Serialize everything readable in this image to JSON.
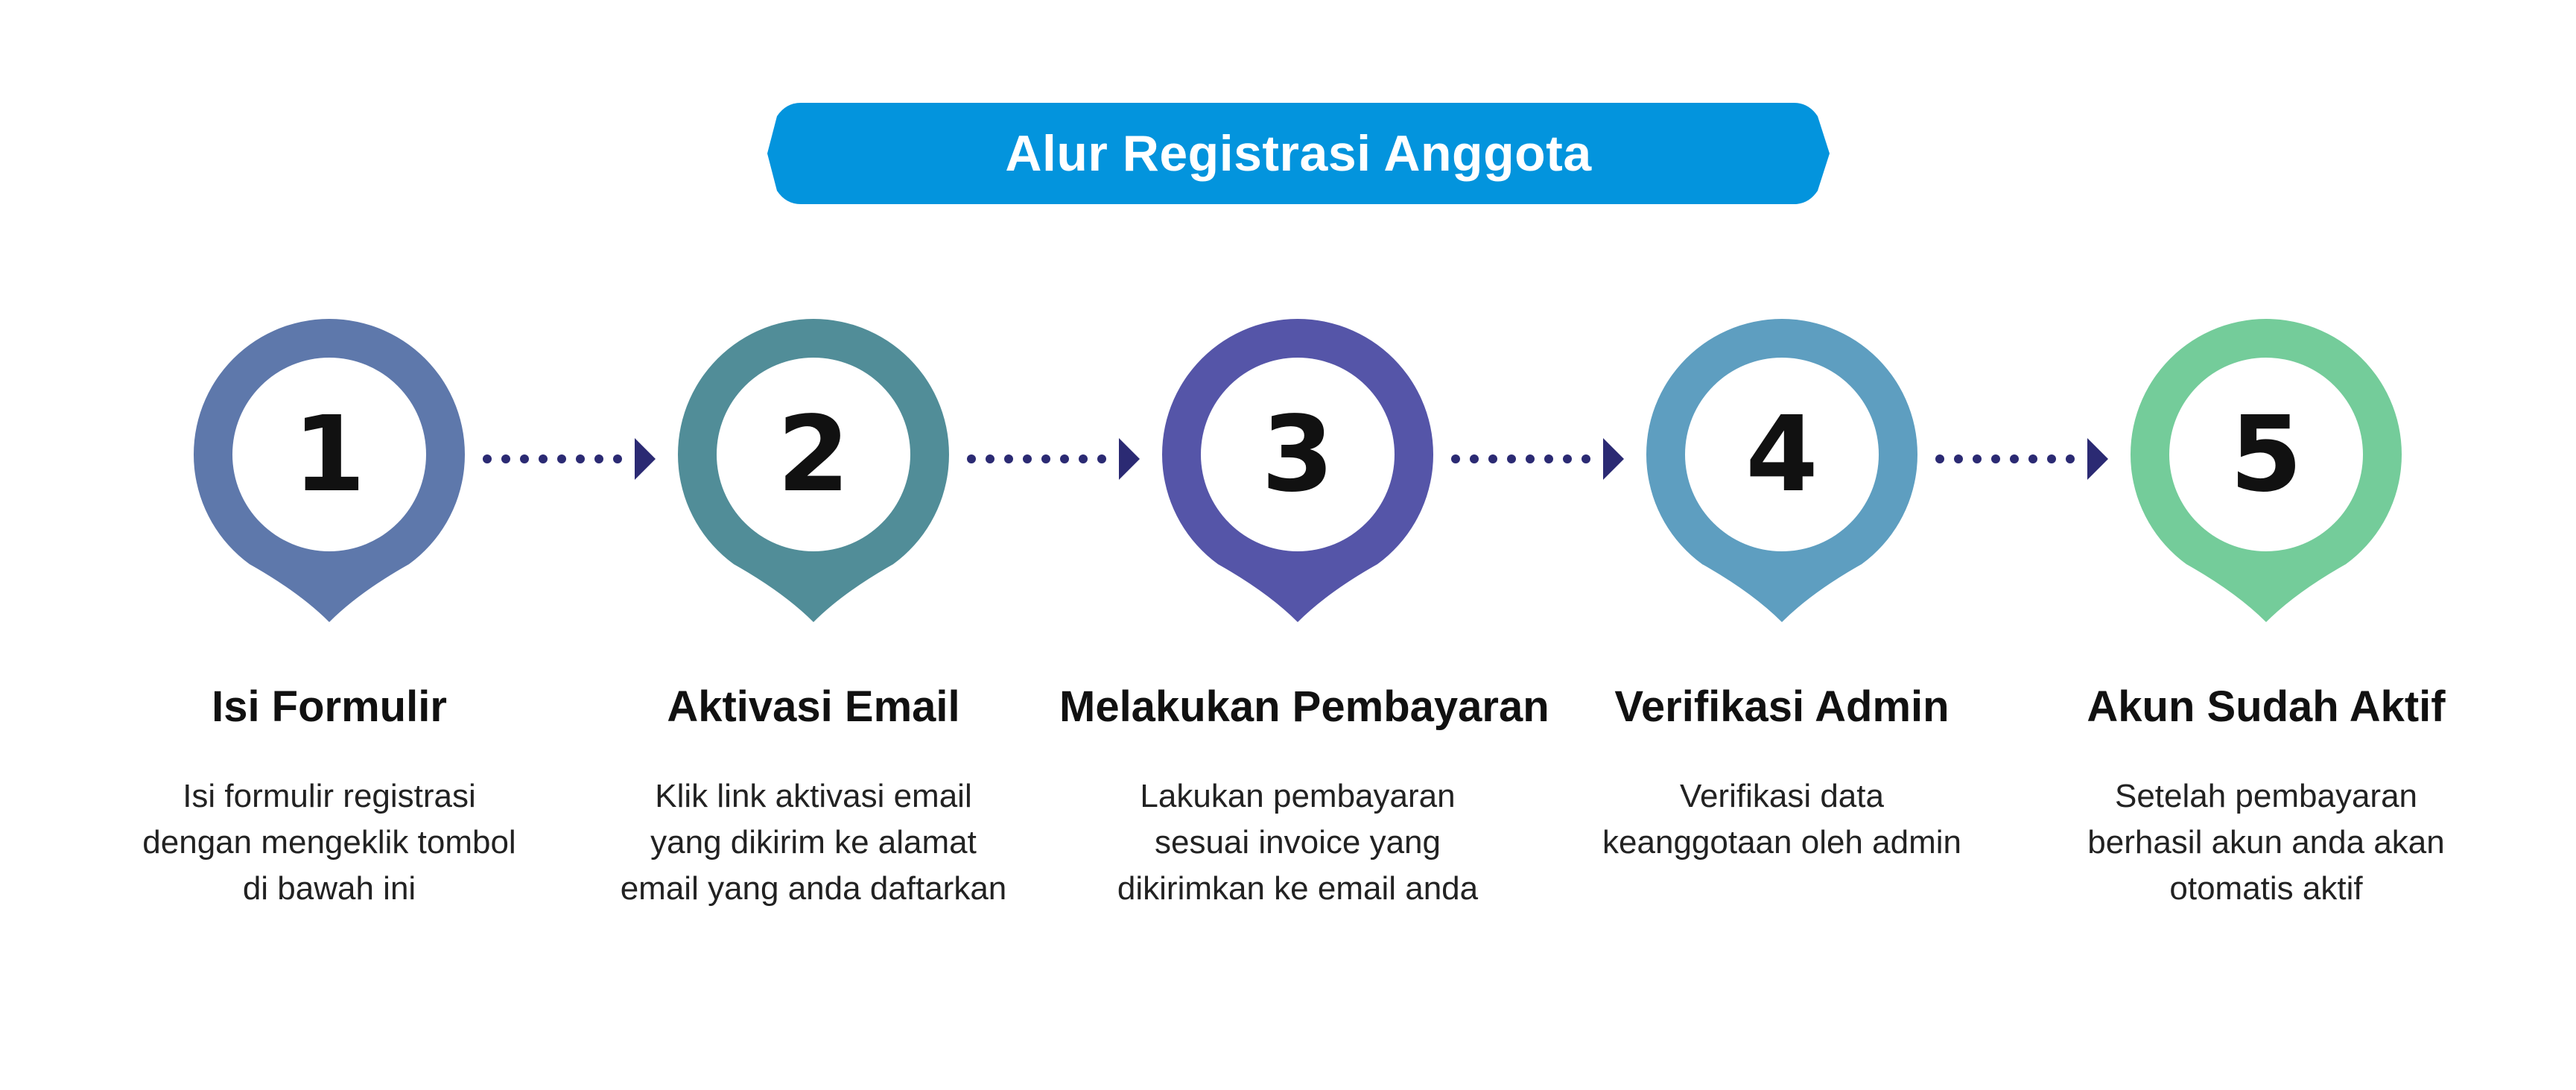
{
  "banner": {
    "title": "Alur Registrasi Anggota",
    "color": "#0394DD"
  },
  "connector": {
    "color": "#2B2A73"
  },
  "steps": [
    {
      "number": "1",
      "title": "Isi Formulir",
      "description": [
        "Isi formulir registrasi",
        "dengan mengeklik tombol",
        "di bawah ini"
      ],
      "color": "#5E78AB"
    },
    {
      "number": "2",
      "title": "Aktivasi Email",
      "description": [
        "Klik link aktivasi email",
        "yang dikirim ke alamat",
        "email yang anda daftarkan"
      ],
      "color": "#518D98"
    },
    {
      "number": "3",
      "title": "Melakukan Pembayaran",
      "description": [
        "Lakukan pembayaran",
        "sesuai invoice yang",
        "dikirimkan ke email anda"
      ],
      "color": "#5555A8"
    },
    {
      "number": "4",
      "title": "Verifikasi Admin",
      "description": [
        "Verifikasi data",
        "keanggotaan oleh admin"
      ],
      "color": "#5E9EC0"
    },
    {
      "number": "5",
      "title": "Akun Sudah Aktif",
      "description": [
        "Setelah pembayaran",
        "berhasil akun anda akan",
        "otomatis aktif"
      ],
      "color": "#74CC9A"
    }
  ]
}
